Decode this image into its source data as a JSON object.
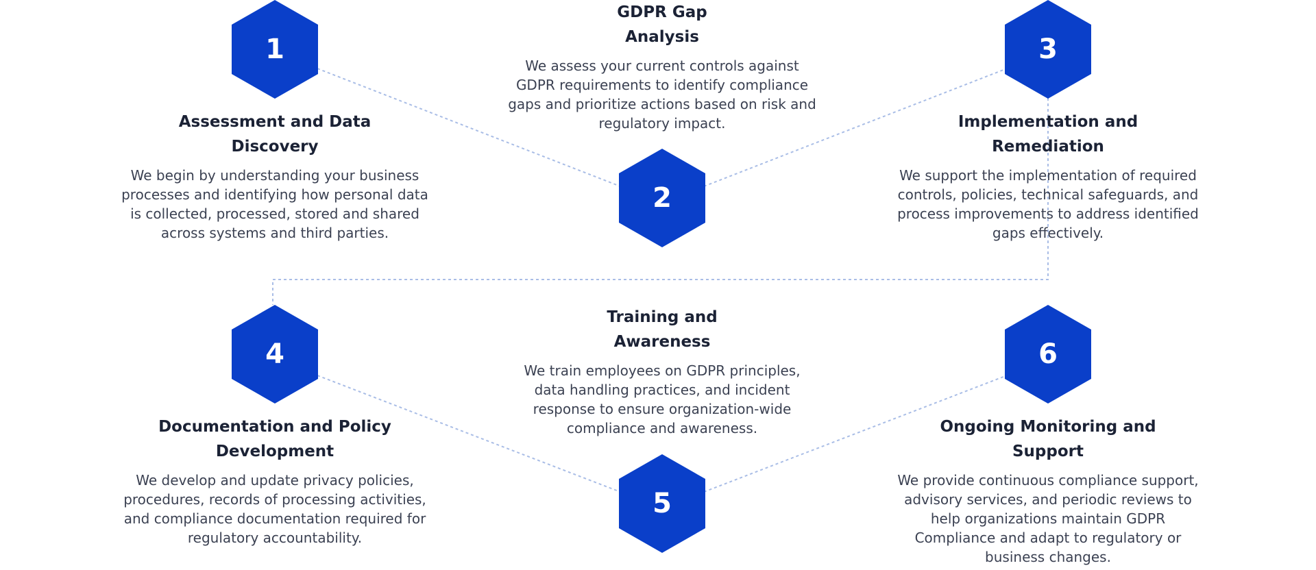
{
  "theme": {
    "accent": "#0a3fc9",
    "connector": "#a9bde6",
    "title_color": "#1b2235",
    "text_color": "#3b4152"
  },
  "steps": [
    {
      "number": "1",
      "title": "Assessment and Data Discovery",
      "description": "We begin by understanding your business processes and identifying how personal data is collected, processed, stored and shared across systems and third parties."
    },
    {
      "number": "2",
      "title": "GDPR Gap Analysis",
      "description": "We assess your current controls against GDPR requirements to identify compliance gaps and prioritize actions based on risk and regulatory impact."
    },
    {
      "number": "3",
      "title": "Implementation and Remediation",
      "description": "We support the implementation of required controls, policies, technical safeguards, and process improvements to address identified gaps effectively."
    },
    {
      "number": "4",
      "title": "Documentation and Policy Development",
      "description": "We develop and update privacy policies, procedures, records of processing activities, and compliance documentation required for regulatory accountability."
    },
    {
      "number": "5",
      "title": "Training and Awareness",
      "description": "We train employees on GDPR principles, data handling practices, and incident response to ensure organization-wide compliance and awareness."
    },
    {
      "number": "6",
      "title": "Ongoing Monitoring and Support",
      "description": "We provide continuous compliance support, advisory services, and periodic reviews to help organizations maintain GDPR Compliance and adapt to regulatory or business changes."
    }
  ]
}
